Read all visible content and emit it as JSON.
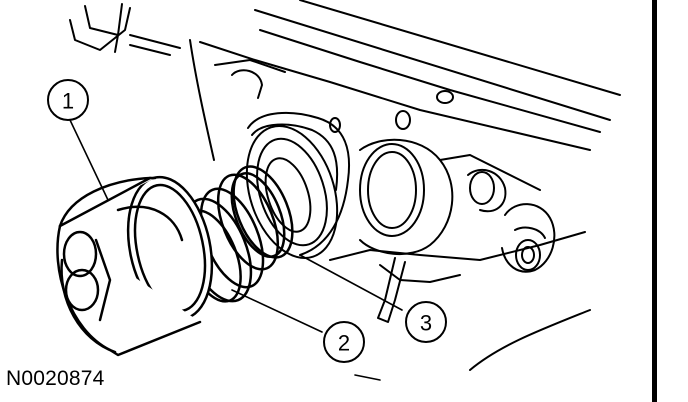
{
  "figure": {
    "id_label": "N0020874",
    "callouts": [
      {
        "number": "1",
        "part": "piston"
      },
      {
        "number": "2",
        "part": "spring"
      },
      {
        "number": "3",
        "part": "bore"
      }
    ]
  },
  "colors": {
    "ink": "#000000",
    "paper": "#ffffff"
  }
}
